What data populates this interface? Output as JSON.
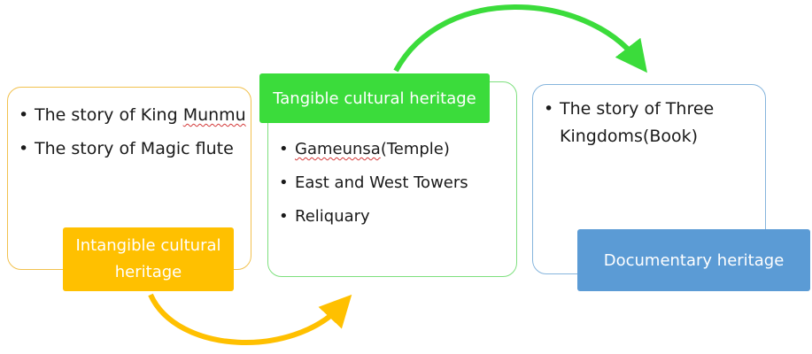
{
  "diagram": {
    "stages": [
      {
        "label": "Intangible cultural heritage",
        "items": [
          "The story of King Munmu",
          "The story of Magic flute"
        ],
        "color": "#ffc000"
      },
      {
        "label": "Tangible cultural heritage",
        "items": [
          "Gameunsa(Temple)",
          "East and West Towers",
          "Reliquary"
        ],
        "color": "#3bdc3b"
      },
      {
        "label": "Documentary heritage",
        "items": [
          "The story of Three Kingdoms(Book)"
        ],
        "color": "#5b9bd5"
      }
    ],
    "item1_parts": {
      "before": "The story of King ",
      "squiggle": "Munmu"
    },
    "item2_parts": {
      "squiggle": "Gameunsa",
      "after": "(Temple)"
    },
    "arrow_colors": [
      "#ffc000",
      "#3bdc3b"
    ]
  }
}
